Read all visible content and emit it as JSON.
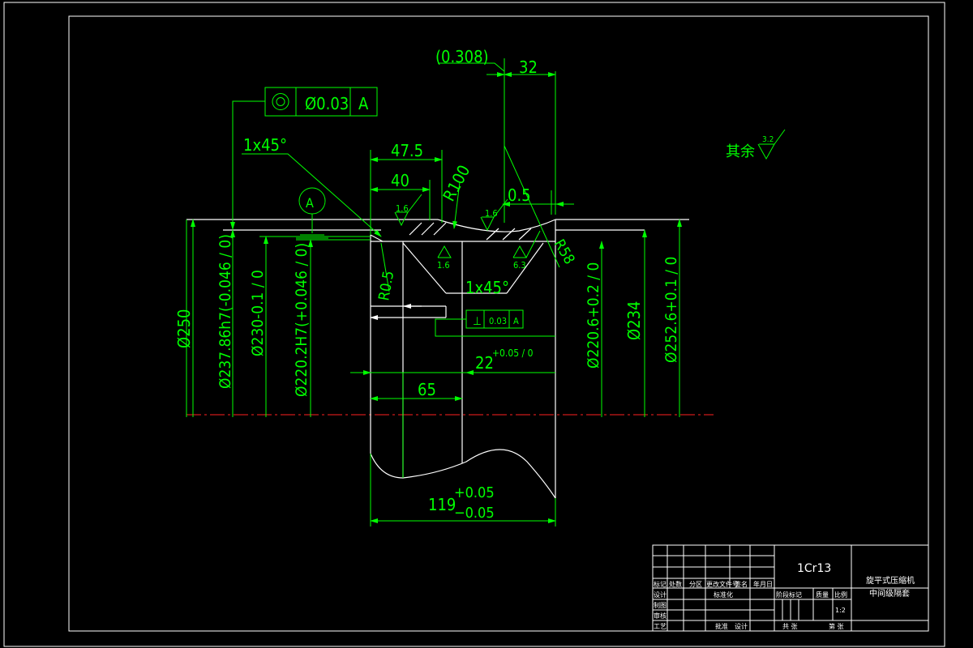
{
  "drawing": {
    "runout_tolerance": {
      "value": "Ø0.03",
      "datum": "A"
    },
    "perpendicularity_tolerance": {
      "value": "0.03",
      "datum": "A"
    },
    "datum_label": "A",
    "chamfer_top": "1x45°",
    "chamfer_inner": "1x45°",
    "dims": {
      "d_0308": "(0.308)",
      "d_32": "32",
      "d_475": "47.5",
      "d_40": "40",
      "d_05": "0.5",
      "d_65": "65",
      "d_119": "119",
      "d_119_up": "+0.05",
      "d_119_lo": "−0.05",
      "r_100": "R100",
      "r_05": "R0.5",
      "r_58": "R58",
      "dia_250": "Ø250",
      "dia_23786": "Ø237.86h7(-0.046 / 0)",
      "dia_230": "Ø230-0.1 / 0",
      "dia_2202H7": "Ø220.2H7(+0.046 / 0)",
      "dia_2206": "Ø220.6+0.2 / 0",
      "dia_234": "Ø234",
      "dia_2526": "Ø252.6+0.1 / 0",
      "angle_22": "22",
      "angle_22_tol": "+0.05 / 0"
    },
    "roughness": {
      "r1": "1.6",
      "r2": "1.6",
      "r3": "1.6",
      "r4": "6.3",
      "rest_label": "其余",
      "rest_value": "3.2"
    }
  },
  "title_block": {
    "material": "1Cr13",
    "title_line1": "旋平式压缩机",
    "title_line2": "中间级隔套",
    "scale_value": "1:2",
    "headers": {
      "mark": "标记",
      "count": "处数",
      "zone": "分区",
      "doc_no": "更改文件号",
      "sign": "签名",
      "date": "年月日",
      "design": "设计",
      "standardize": "标准化",
      "drafting": "制图",
      "review": "审核",
      "process": "工艺",
      "approve": "批准",
      "design2": "设计",
      "stage_mark": "阶段标记",
      "weight": "质量",
      "scale": "比例",
      "total": "共 张",
      "sheet": "第 张"
    }
  }
}
